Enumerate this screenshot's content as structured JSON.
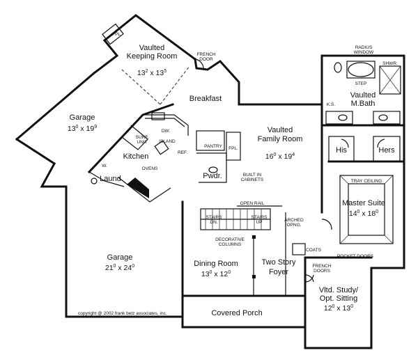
{
  "rooms": {
    "keeping_room": {
      "label": [
        "Vaulted",
        "Keeping Room"
      ],
      "dim": [
        "13",
        "2",
        " x 13",
        "5"
      ]
    },
    "garage_small": {
      "label": [
        "Garage"
      ],
      "dim": [
        "13",
        "0",
        " x 19",
        "9"
      ]
    },
    "breakfast": {
      "label": [
        "Breakfast"
      ]
    },
    "kitchen": {
      "label": [
        "Kitchen"
      ]
    },
    "laundry": {
      "label": [
        "Laund."
      ]
    },
    "family_room": {
      "label": [
        "Vaulted",
        "Family Room"
      ],
      "dim": [
        "16",
        "0",
        " x 19",
        "4"
      ]
    },
    "powder": {
      "label": [
        "Pwdr."
      ]
    },
    "master_bath": {
      "label": [
        "Vaulted",
        "M.Bath"
      ]
    },
    "his": {
      "label": [
        "His"
      ]
    },
    "hers": {
      "label": [
        "Hers"
      ]
    },
    "master_suite": {
      "label": [
        "Master Suite"
      ],
      "dim": [
        "14",
        "0",
        " x 18",
        "0"
      ]
    },
    "garage_large": {
      "label": [
        "Garage"
      ],
      "dim": [
        "21",
        "0",
        " x 24",
        "0"
      ]
    },
    "dining_room": {
      "label": [
        "Dining Room"
      ],
      "dim": [
        "13",
        "0",
        " x 12",
        "0"
      ]
    },
    "foyer": {
      "label": [
        "Two Story",
        "Foyer"
      ]
    },
    "study": {
      "label": [
        "Vltd. Study/",
        "Opt. Sitting"
      ],
      "dim": [
        "12",
        "0",
        " x 13",
        "0"
      ]
    },
    "covered_porch": {
      "label": [
        "Covered Porch"
      ]
    }
  },
  "annotations": {
    "fpl_keeping": "FPL.",
    "french_door_top": [
      "FRENCH",
      "DOOR"
    ],
    "radius_window": [
      "RADIUS",
      "WINDOW"
    ],
    "shwr": "SHWR.",
    "step": "STEP",
    "ks": "K.S.",
    "dw": "DW.",
    "surf_unit": [
      "SURF.",
      "UNIT"
    ],
    "island": "ISLAND",
    "ref": "REF.",
    "pantry": "PANTRY",
    "fpl_family": "FPL.",
    "ovens": "OVENS",
    "wd": "W.",
    "built_in": [
      "BUILT IN",
      "CABINETS"
    ],
    "open_rail": "OPEN RAIL",
    "stairs_dn": [
      "STAIRS",
      "DN."
    ],
    "stairs_up": [
      "STAIRS",
      "UP"
    ],
    "arched_opng": [
      "ARCHED",
      "OPNG."
    ],
    "tray_ceiling": "TRAY CEILING",
    "decorative_columns": [
      "DECORATIVE",
      "COLUMNS"
    ],
    "coats": "COATS",
    "pocket_doors": "POCKET DOORS",
    "french_doors_study": [
      "FRENCH",
      "DOORS"
    ]
  },
  "copyright": "copyright  @  2002  frank betz associates, inc."
}
